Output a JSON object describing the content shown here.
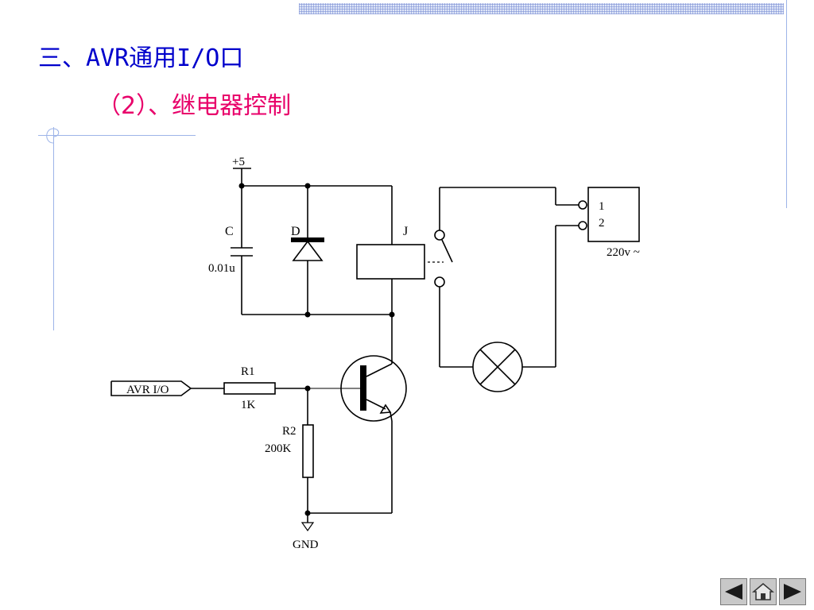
{
  "slide": {
    "title": "三、AVR通用I/O口",
    "subtitle": "（2）、继电器控制"
  },
  "circuit": {
    "supply_label": "+5",
    "capacitor_name": "C",
    "capacitor_value": "0.01u",
    "diode_name": "D",
    "relay_name": "J",
    "terminal_1": "1",
    "terminal_2": "2",
    "mains_label": "220v ~",
    "input_label": "AVR I/O",
    "r1_name": "R1",
    "r1_value": "1K",
    "r2_name": "R2",
    "r2_value": "200K",
    "ground_label": "GND"
  },
  "colors": {
    "title": "#0000cc",
    "subtitle": "#e8006a",
    "decor_lines": "#9db4e8"
  },
  "nav": {
    "prev_icon": "triangle-left-icon",
    "home_icon": "house-icon",
    "next_icon": "triangle-right-icon"
  }
}
